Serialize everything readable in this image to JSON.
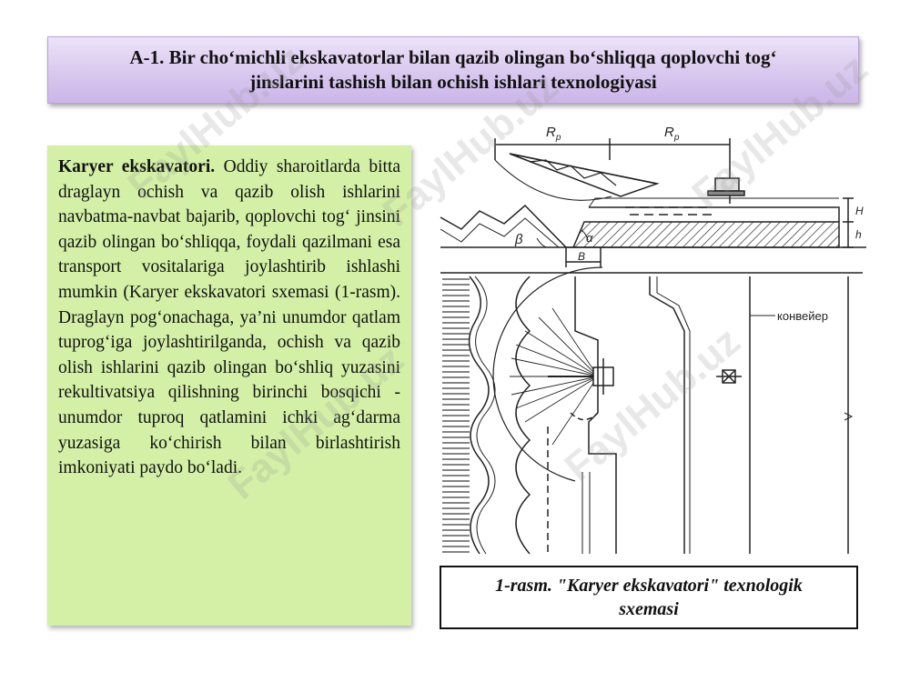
{
  "title": {
    "line1": "A-1. Bir cho‘michli ekskavatorlar bilan qazib olingan bo‘shliqqa qoplovchi tog‘",
    "line2": "jinslarini tashish bilan ochish ishlari texnologiyasi"
  },
  "body": {
    "bold_lead": "Karyer ekskavatori.",
    "text": " Oddiy sharoitlarda bitta draglayn ochish va qazib olish ishlarini navbatma-navbat bajarib, qoplovchi tog‘ jinsini qazib olingan bo‘shliqqa, foydali qazilmani esa transport vositalariga joylashtirib ishlashi mumkin (Karyer ekskavatori sxemasi (1-rasm). Draglayn pog‘onachaga, ya’ni unumdor qatlam tuprog‘iga joylashtirilganda, ochish va qazib olish ishlarini qazib olingan bo‘shliq yuzasini rekultivatsiya qilishning birinchi bosqichi - unumdor tuproq qatlamini ichki ag‘darma yuzasiga ko‘chirish bilan birlashtirish imkoniyati paydo bo‘ladi."
  },
  "figure": {
    "label_rp_left": "R",
    "label_rp_right": "R",
    "label_rp_sub": "p",
    "label_H": "H",
    "label_h": "h",
    "label_beta": "β",
    "label_alpha": "α",
    "label_B": "B",
    "label_conveyor": "конвейер"
  },
  "caption": {
    "line1": "1-rasm. \"Karyer ekskavatori\" texnologik",
    "line2": "sxemasi"
  },
  "watermark": "FaylHub.uz"
}
